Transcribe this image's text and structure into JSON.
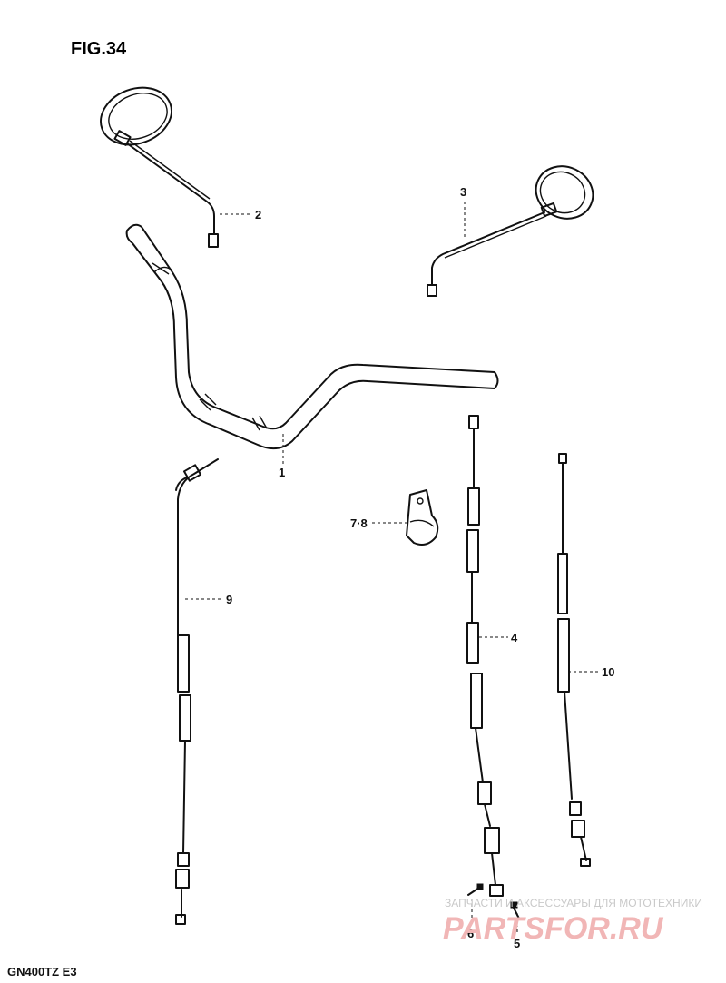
{
  "figure": {
    "title": "FIG.34",
    "model": "GN400TZ  E3",
    "colors": {
      "line": "#111111",
      "background": "#ffffff",
      "watermark_text": "#c9c9c9",
      "watermark_logo": "#f1b6b6"
    }
  },
  "callouts": [
    {
      "id": "1",
      "label": "1"
    },
    {
      "id": "2",
      "label": "2"
    },
    {
      "id": "3",
      "label": "3"
    },
    {
      "id": "4",
      "label": "4"
    },
    {
      "id": "5",
      "label": "5"
    },
    {
      "id": "6",
      "label": "6"
    },
    {
      "id": "78",
      "label": "7·8"
    },
    {
      "id": "9",
      "label": "9"
    },
    {
      "id": "10",
      "label": "10"
    }
  ],
  "watermark": {
    "line1": "ЗАПЧАСТИ И АКСЕССУАРЫ ДЛЯ МОТОТЕХНИКИ",
    "logo": "PARTSFOR.RU"
  }
}
